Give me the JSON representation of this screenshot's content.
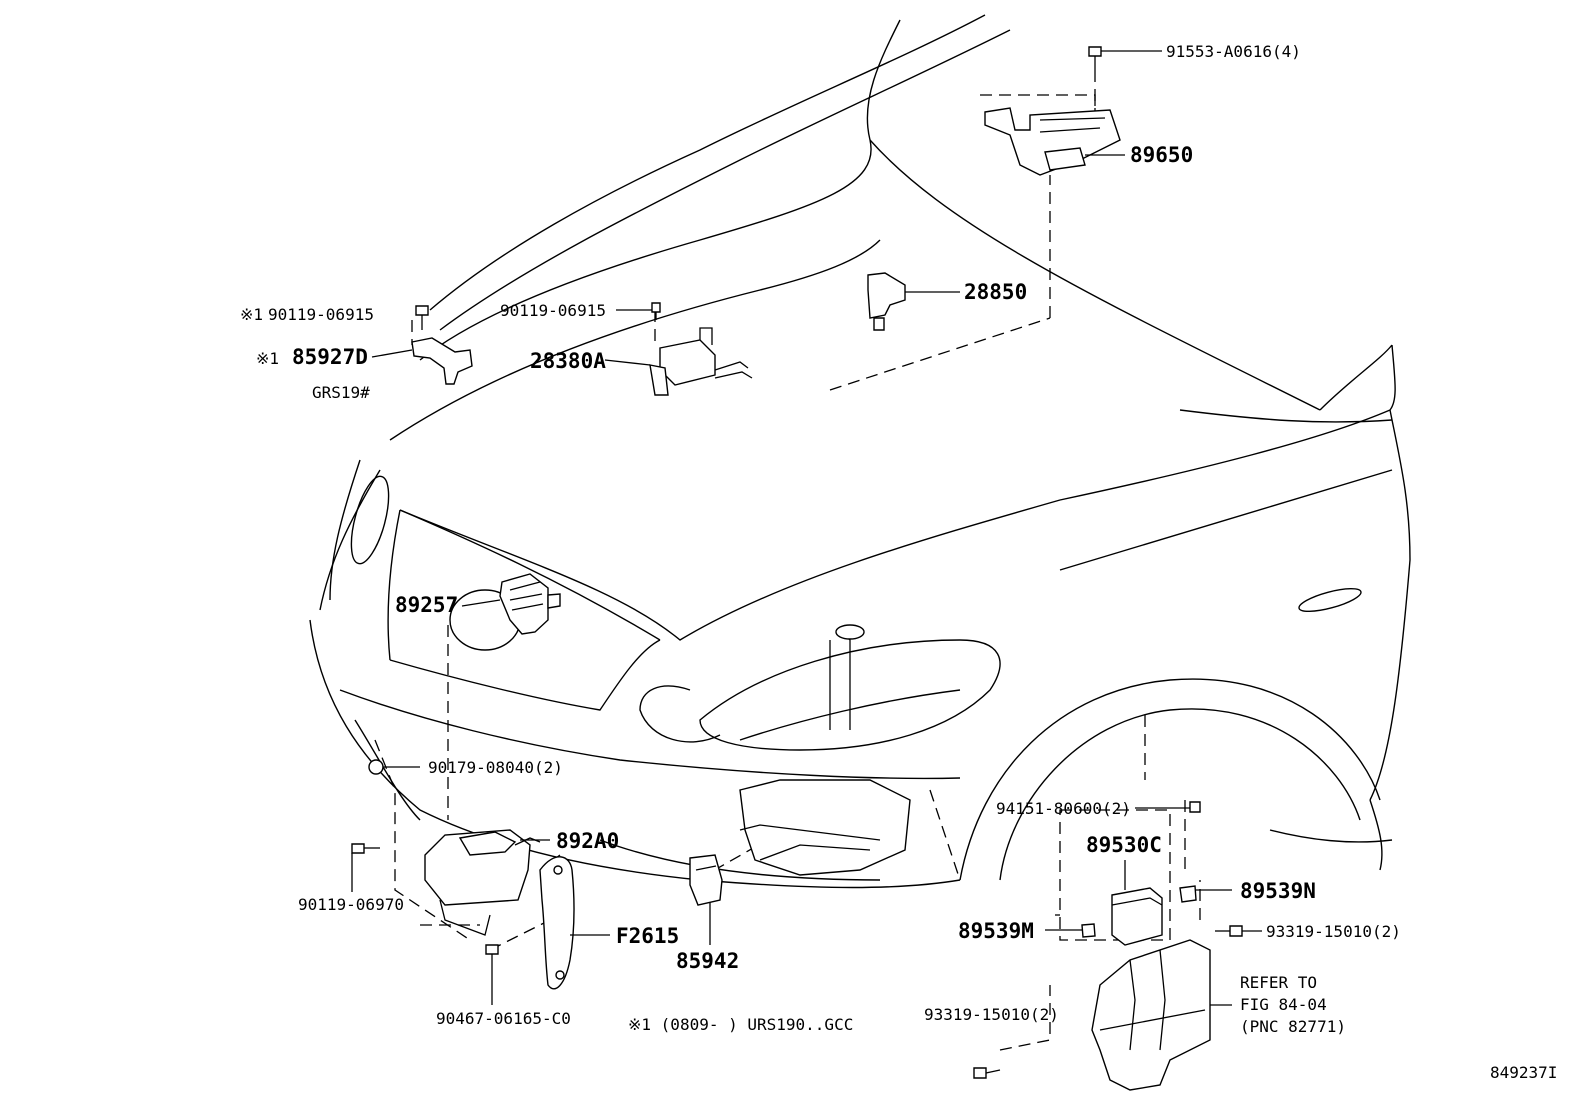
{
  "parts": {
    "p91553": "91553-A0616(4)",
    "p89650": "89650",
    "p28850": "28850",
    "p90119_a": "90119-06915",
    "p90119_b": "90119-06915",
    "p85927d": "85927D",
    "p28380a": "28380A",
    "p89257": "89257",
    "p90179": "90179-08040(2)",
    "p892a0": "892A0",
    "p90119_06970": "90119-06970",
    "p f2615": "F2615",
    "p85942": "85942",
    "p90467": "90467-06165-C0",
    "p94151": "94151-80600(2)",
    "p89530c": "89530C",
    "p89539n": "89539N",
    "p89539m": "89539M",
    "p93319_a": "93319-15010(2)",
    "p93319_b": "93319-15010(2)",
    "pf2615": "F2615"
  },
  "notes": {
    "mark1": "※1",
    "mark2": "※1",
    "grs": "GRS19#",
    "footnote": "※1 (0809-     ) URS190..GCC",
    "refer1": "REFER TO",
    "refer2": "FIG 84-04",
    "refer3": "(PNC 82771)",
    "diagram_id": "849237I"
  }
}
